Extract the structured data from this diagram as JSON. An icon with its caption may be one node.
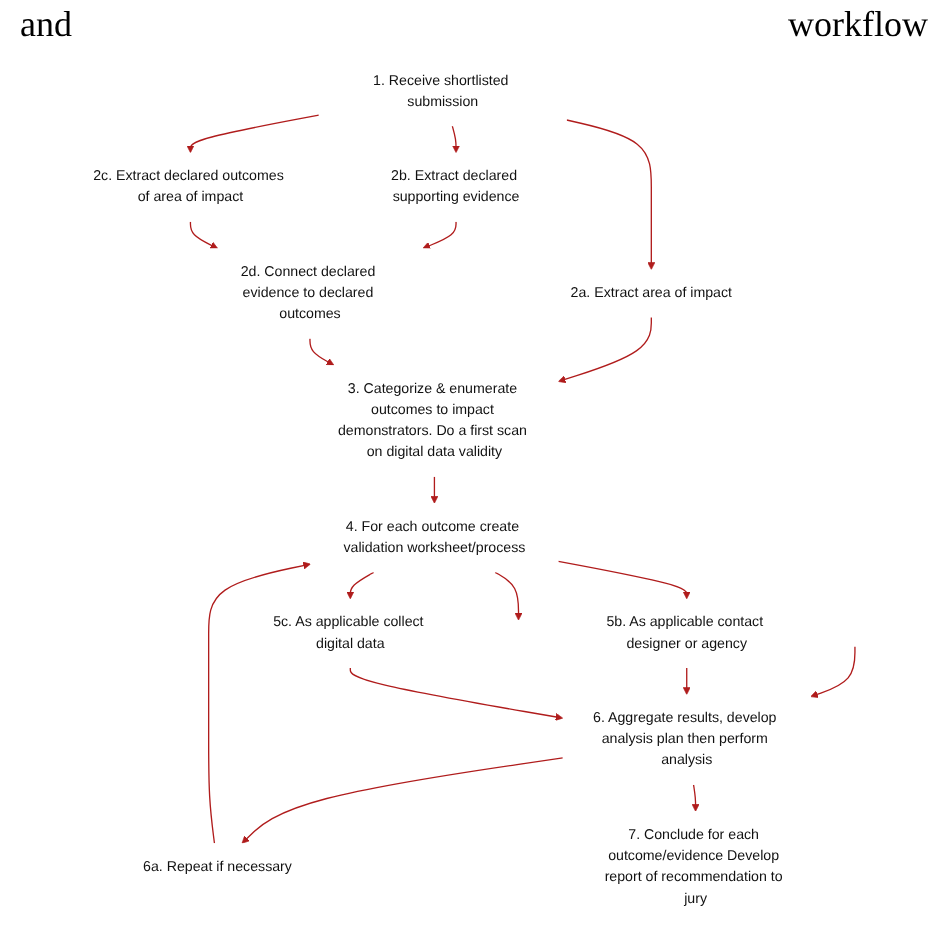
{
  "diagram": {
    "nodes": [
      {
        "text": [
          "1. Receive shortlisted submission"
        ]
      },
      {
        "text": [
          "2a. Extract area of impact"
        ]
      },
      {
        "text": [
          "2b. Extract declared supporting evidence"
        ]
      },
      {
        "text": [
          "2c. Extract declared outcomes of area of impact"
        ]
      },
      {
        "text": [
          "2d. Connect declared evidence to declared outcomes"
        ]
      },
      {
        "text": [
          "3. Categorize & enumerate outcomes to impact demonstrators. Do a first scan on digital data validity"
        ]
      },
      {
        "text": [
          "4. For each outcome create validation worksheet/process"
        ]
      },
      {
        "text": [
          "5b. As applicable contact designer or agency"
        ]
      },
      {
        "text": [
          "5c. As applicable collect digital data"
        ]
      },
      {
        "text": [
          "6. Aggregate results, develop analysis plan then perform analysis"
        ]
      },
      {
        "text": [
          "6a. Repeat if necessary"
        ]
      },
      {
        "text": [
          "7. Conclude for each outcome/evidence Develop report of recommendation to jury"
        ]
      }
    ],
    "edges": [
      {
        "from": 0,
        "to": 1,
        "arrow": "to"
      },
      {
        "from": 0,
        "to": 2,
        "arrow": "to"
      },
      {
        "from": 0,
        "to": 3,
        "arrow": "to"
      },
      {
        "from": 2,
        "to": 4,
        "arrow": "to"
      },
      {
        "from": 3,
        "to": 4,
        "arrow": "to"
      },
      {
        "from": 1,
        "to": 5,
        "arrow": "to"
      },
      {
        "from": 4,
        "to": 5,
        "arrow": "to"
      },
      {
        "from": 5,
        "to": 6,
        "arrow": "to"
      },
      {
        "from": 6,
        "to": null,
        "arrow": "to"
      },
      {
        "from": 6,
        "to": 7,
        "arrow": "to"
      },
      {
        "from": 6,
        "to": 8,
        "arrow": "to"
      },
      {
        "from": null,
        "to": 9,
        "arrow": "to"
      },
      {
        "from": 7,
        "to": 9,
        "arrow": "to"
      },
      {
        "from": 8,
        "to": 9,
        "arrow": "to"
      },
      {
        "from": 9,
        "to": 10,
        "arrow": "to"
      },
      {
        "from": 10,
        "to": 6,
        "arrow": "to"
      },
      {
        "from": 9,
        "to": 11,
        "arrow": "to"
      }
    ],
    "labels": [
      "and",
      "workflow"
    ]
  }
}
